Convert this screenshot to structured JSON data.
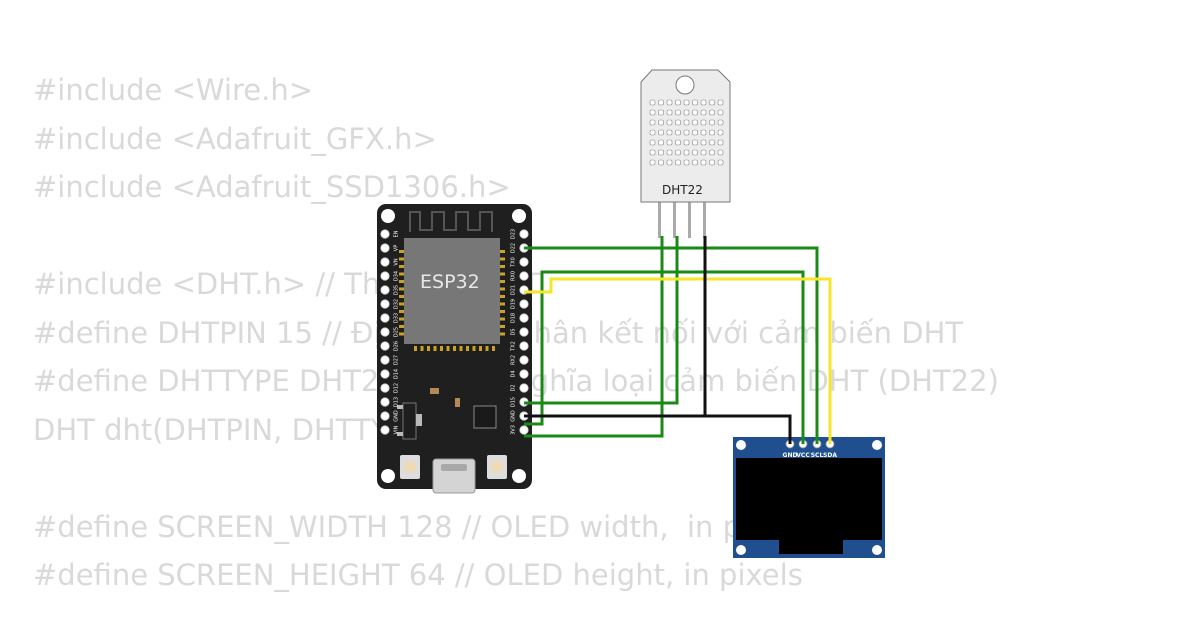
{
  "code_lines": [
    "#include <Wire.h>",
    "#include <Adafruit_GFX.h>",
    "#include <Adafruit_SSD1306.h>",
    "",
    "#include <DHT.h> // Thư viện DHT",
    "#define DHTPIN 15 // Định nghĩa chân kết nối với cảm biến DHT",
    "#define DHTTYPE DHT22 // Định nghĩa loại cảm biến DHT (DHT22)",
    "DHT dht(DHTPIN, DHTTYPE);",
    "",
    "#define SCREEN_WIDTH 128 // OLED width,  in pixels",
    "#define SCREEN_HEIGHT 64 // OLED height, in pixels"
  ],
  "esp32": {
    "label": "ESP32",
    "left_pins": [
      "EN",
      "VP",
      "VN",
      "D34",
      "D35",
      "D32",
      "D33",
      "D25",
      "D26",
      "D27",
      "D14",
      "D12",
      "D13",
      "GND",
      "VIN"
    ],
    "right_pins": [
      "D23",
      "D22",
      "TX0",
      "RX0",
      "D21",
      "D19",
      "D18",
      "D5",
      "TX2",
      "RX2",
      "D4",
      "D2",
      "D15",
      "GND",
      "3V3"
    ]
  },
  "dht22": {
    "label": "DHT22"
  },
  "oled": {
    "pins": [
      "GND",
      "VCC",
      "SCL",
      "SDA"
    ]
  },
  "colors": {
    "wire_green": "#1a8a16",
    "wire_yellow": "#f5e62a",
    "wire_black": "#111111",
    "board": "#1f1f1f",
    "oled_pcb": "#1f4f8e",
    "code_text": "#d9d9d9"
  }
}
